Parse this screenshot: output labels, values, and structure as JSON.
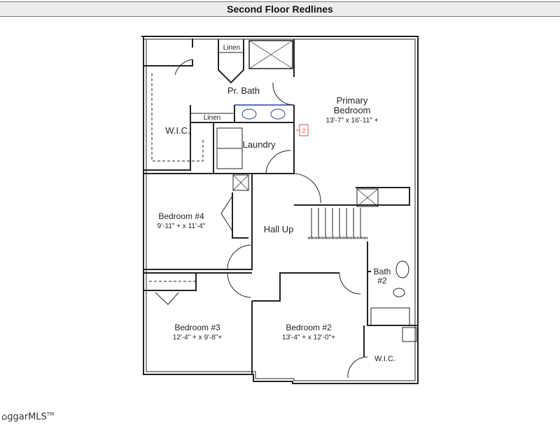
{
  "header": {
    "title": "Second Floor Redlines"
  },
  "rooms": [
    {
      "name": "Primary",
      "name2": "Bedroom",
      "dims": "13'-7\" x 16'-11\" +"
    },
    {
      "name": "Pr. Bath"
    },
    {
      "name": "W.I.C."
    },
    {
      "name": "Linen"
    },
    {
      "name": "Linen"
    },
    {
      "name": "Laundry"
    },
    {
      "name": "Bedroom #4",
      "dims": "9'-11\" + x 11'-4\""
    },
    {
      "name": "Hall Up"
    },
    {
      "name": "Bath",
      "name2": "#2"
    },
    {
      "name": "Bedroom #3",
      "dims": "12'-4\" + x 9'-8\"+"
    },
    {
      "name": "Bedroom #2",
      "dims": "13'-4\" + x 12'-0\"+"
    },
    {
      "name": "W.I.C."
    }
  ],
  "annotations": {
    "redline_marker": "2"
  },
  "footer": {
    "logo": "ggarMLS",
    "tm": "TM"
  },
  "colors": {
    "wall": "#222222",
    "redline": "#d9534f",
    "sink": "#2b3f9e"
  }
}
